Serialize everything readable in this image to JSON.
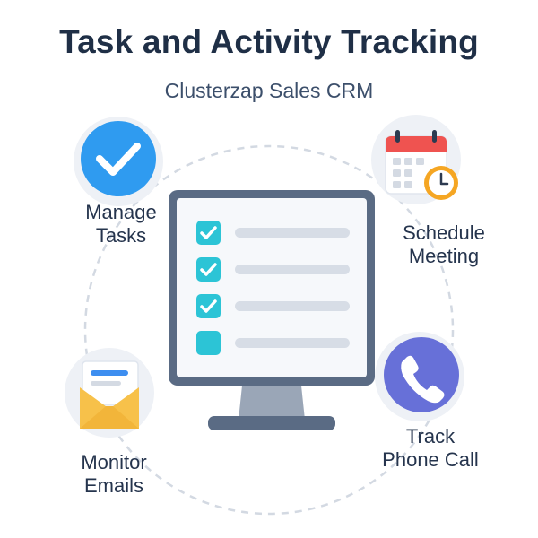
{
  "header": {
    "title": "Task and Activity Tracking",
    "subtitle": "Clusterzap Sales CRM"
  },
  "features": [
    {
      "line1": "Manage",
      "line2": "Tasks",
      "icon": "checkmark-circle-icon"
    },
    {
      "line1": "Schedule",
      "line2": "Meeting",
      "icon": "calendar-clock-icon"
    },
    {
      "line1": "Track",
      "line2": "Phone Call",
      "icon": "phone-icon"
    },
    {
      "line1": "Monitor",
      "line2": "Emails",
      "icon": "envelope-icon"
    }
  ],
  "monitor": {
    "checklist": [
      {
        "checked": true
      },
      {
        "checked": true
      },
      {
        "checked": true
      },
      {
        "checked": false
      }
    ]
  },
  "colors": {
    "title": "#1f2f46",
    "accent_teal": "#2cc4d6",
    "manage_blue": "#2f9bf0",
    "calendar_red": "#ef5350",
    "clock_orange": "#f5a623",
    "phone_purple": "#6770d8",
    "envelope_yellow": "#f7c14a",
    "monitor_frame": "#5a6b84"
  }
}
